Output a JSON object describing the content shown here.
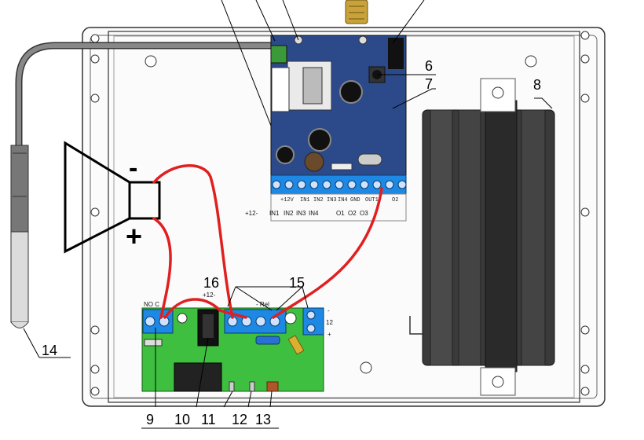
{
  "callouts": {
    "c6": "6",
    "c7": "7",
    "c8": "8",
    "c9": "9",
    "c10": "10",
    "c11": "11",
    "c12": "12",
    "c13": "13",
    "c14": "14",
    "c15": "15",
    "c16": "16"
  },
  "speaker": {
    "minus": "-",
    "plus": "+"
  },
  "controller": {
    "terminal_labels": [
      "+12-",
      "IN1",
      "IN2",
      "IN3",
      "IN4",
      "O1",
      "O2",
      "O3"
    ],
    "silk": [
      "+12V",
      "IN1",
      "IN2",
      "IN3",
      "IN4",
      "GND",
      "OUT1",
      "O2"
    ]
  },
  "relay_board": {
    "left_terminals": "NO C",
    "power": "+12-",
    "rel": "- Rel",
    "right_top": "-",
    "right_mid": "12",
    "right_bot": "+"
  },
  "colors": {
    "pcb_blue": "#2c4a8a",
    "pcb_green": "#3fbf3f",
    "wire_red": "#e02020",
    "terminal_blue": "#1e88e5"
  }
}
